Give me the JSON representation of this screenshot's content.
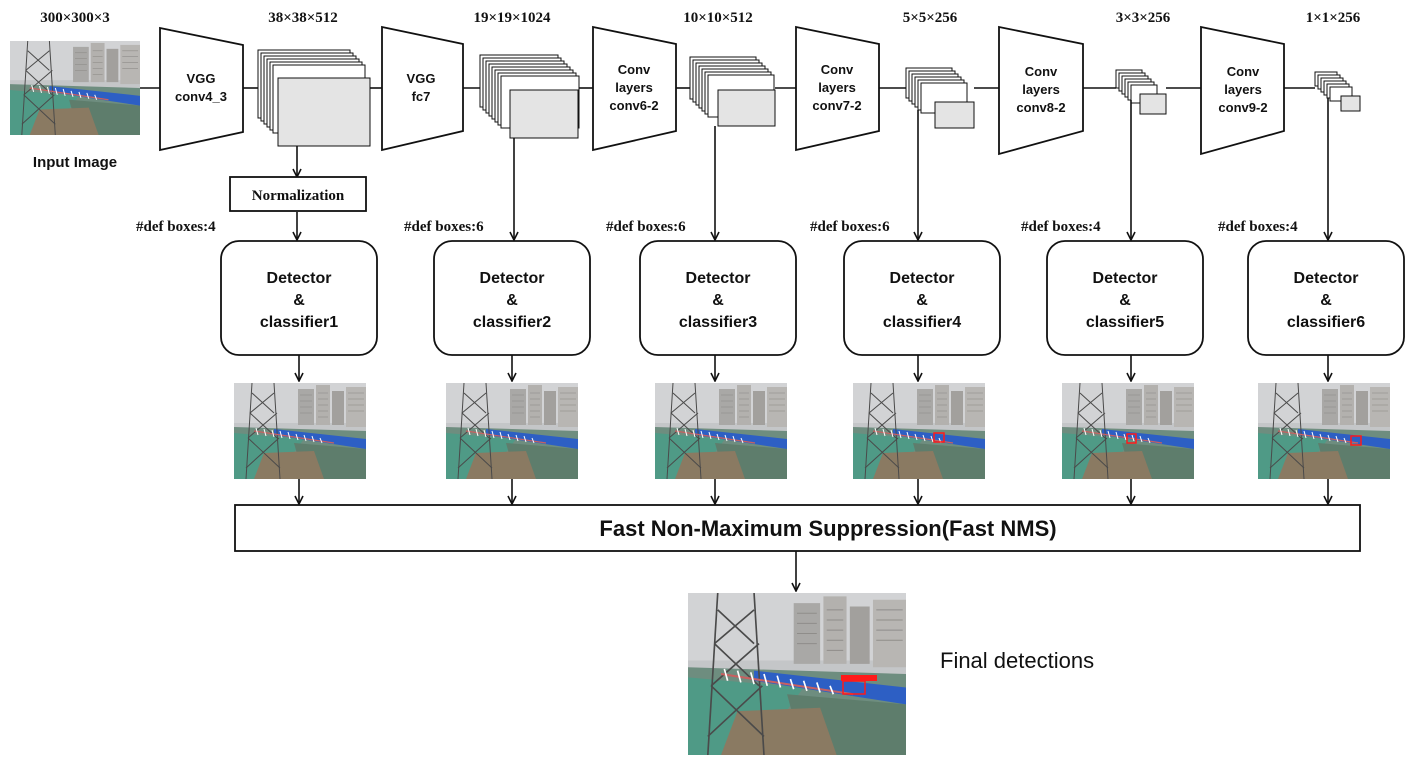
{
  "input": {
    "dims": "300×300×3",
    "label": "Input Image"
  },
  "stages": [
    {
      "block_line1": "VGG",
      "block_line2": "",
      "block_line3": "conv4_3",
      "dims": "38×38×512",
      "def_boxes": "#def boxes:4",
      "det_line1": "Detector",
      "det_line2": "&",
      "det_line3": "classifier1",
      "has_detection": false
    },
    {
      "block_line1": "VGG",
      "block_line2": "",
      "block_line3": "fc7",
      "dims": "19×19×1024",
      "def_boxes": "#def boxes:6",
      "det_line1": "Detector",
      "det_line2": "&",
      "det_line3": "classifier2",
      "has_detection": false
    },
    {
      "block_line1": "Conv",
      "block_line2": "layers",
      "block_line3": "conv6-2",
      "dims": "10×10×512",
      "def_boxes": "#def boxes:6",
      "det_line1": "Detector",
      "det_line2": "&",
      "det_line3": "classifier3",
      "has_detection": false
    },
    {
      "block_line1": "Conv",
      "block_line2": "layers",
      "block_line3": "conv7-2",
      "dims": "5×5×256",
      "def_boxes": "#def boxes:6",
      "det_line1": "Detector",
      "det_line2": "&",
      "det_line3": "classifier4",
      "has_detection": true
    },
    {
      "block_line1": "Conv",
      "block_line2": "layers",
      "block_line3": "conv8-2",
      "dims": "3×3×256",
      "def_boxes": "#def boxes:4",
      "det_line1": "Detector",
      "det_line2": "&",
      "det_line3": "classifier5",
      "has_detection": true
    },
    {
      "block_line1": "Conv",
      "block_line2": "layers",
      "block_line3": "conv9-2",
      "dims": "1×1×256",
      "def_boxes": "#def boxes:4",
      "det_line1": "Detector",
      "det_line2": "&",
      "det_line3": "classifier6",
      "has_detection": true
    }
  ],
  "normalization": {
    "label": "Normalization"
  },
  "nms": {
    "label": "Fast Non-Maximum Suppression(Fast NMS)"
  },
  "final": {
    "label": "Final detections"
  },
  "colors": {
    "line": "#111111",
    "feature_front": "#e4e4e4",
    "detection_box": "#ff1a1a",
    "sky": "#c9c9c9",
    "ground_green": "#4f9a86",
    "fence_blue": "#2d5fc4"
  }
}
